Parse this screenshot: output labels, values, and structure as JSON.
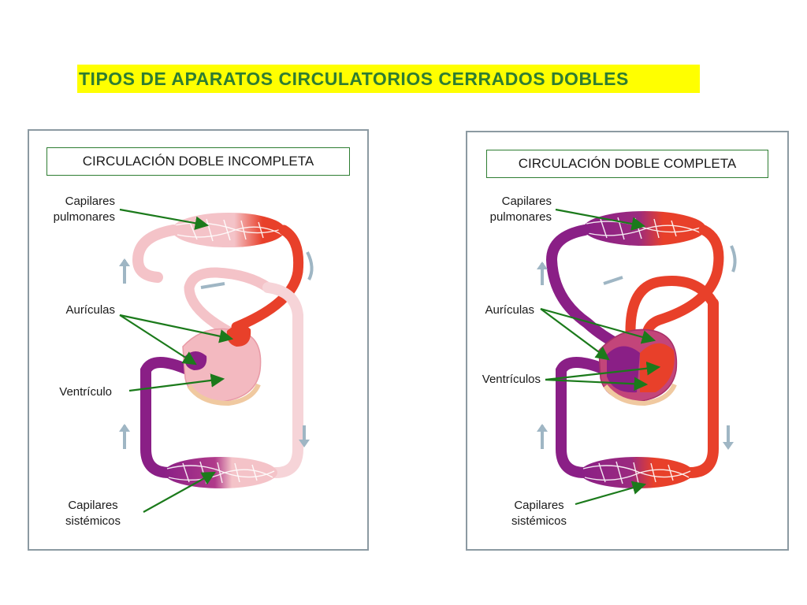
{
  "title": "TIPOS DE APARATOS CIRCULATORIOS CERRADOS DOBLES",
  "colors": {
    "title_bg": "#ffff00",
    "title_text": "#2e7d32",
    "arrow": "#1b7a1b",
    "oxygenated": "#e8402a",
    "deoxygenated": "#8a1f86",
    "mixed": "#f3b9c0",
    "flow_arrow": "#9fb6c4"
  },
  "left_panel": {
    "title": "CIRCULACIÓN DOBLE INCOMPLETA",
    "labels": {
      "capilares_pulmonares": "Capilares\npulmonares",
      "auriculas": "Aurículas",
      "ventriculo": "Ventrículo",
      "capilares_sistemicos": "Capilares\nsistémicos"
    }
  },
  "right_panel": {
    "title": "CIRCULACIÓN DOBLE COMPLETA",
    "labels": {
      "capilares_pulmonares": "Capilares\npulmonares",
      "auriculas": "Aurículas",
      "ventriculos": "Ventrículos",
      "capilares_sistemicos": "Capilares\nsistémicos"
    }
  }
}
